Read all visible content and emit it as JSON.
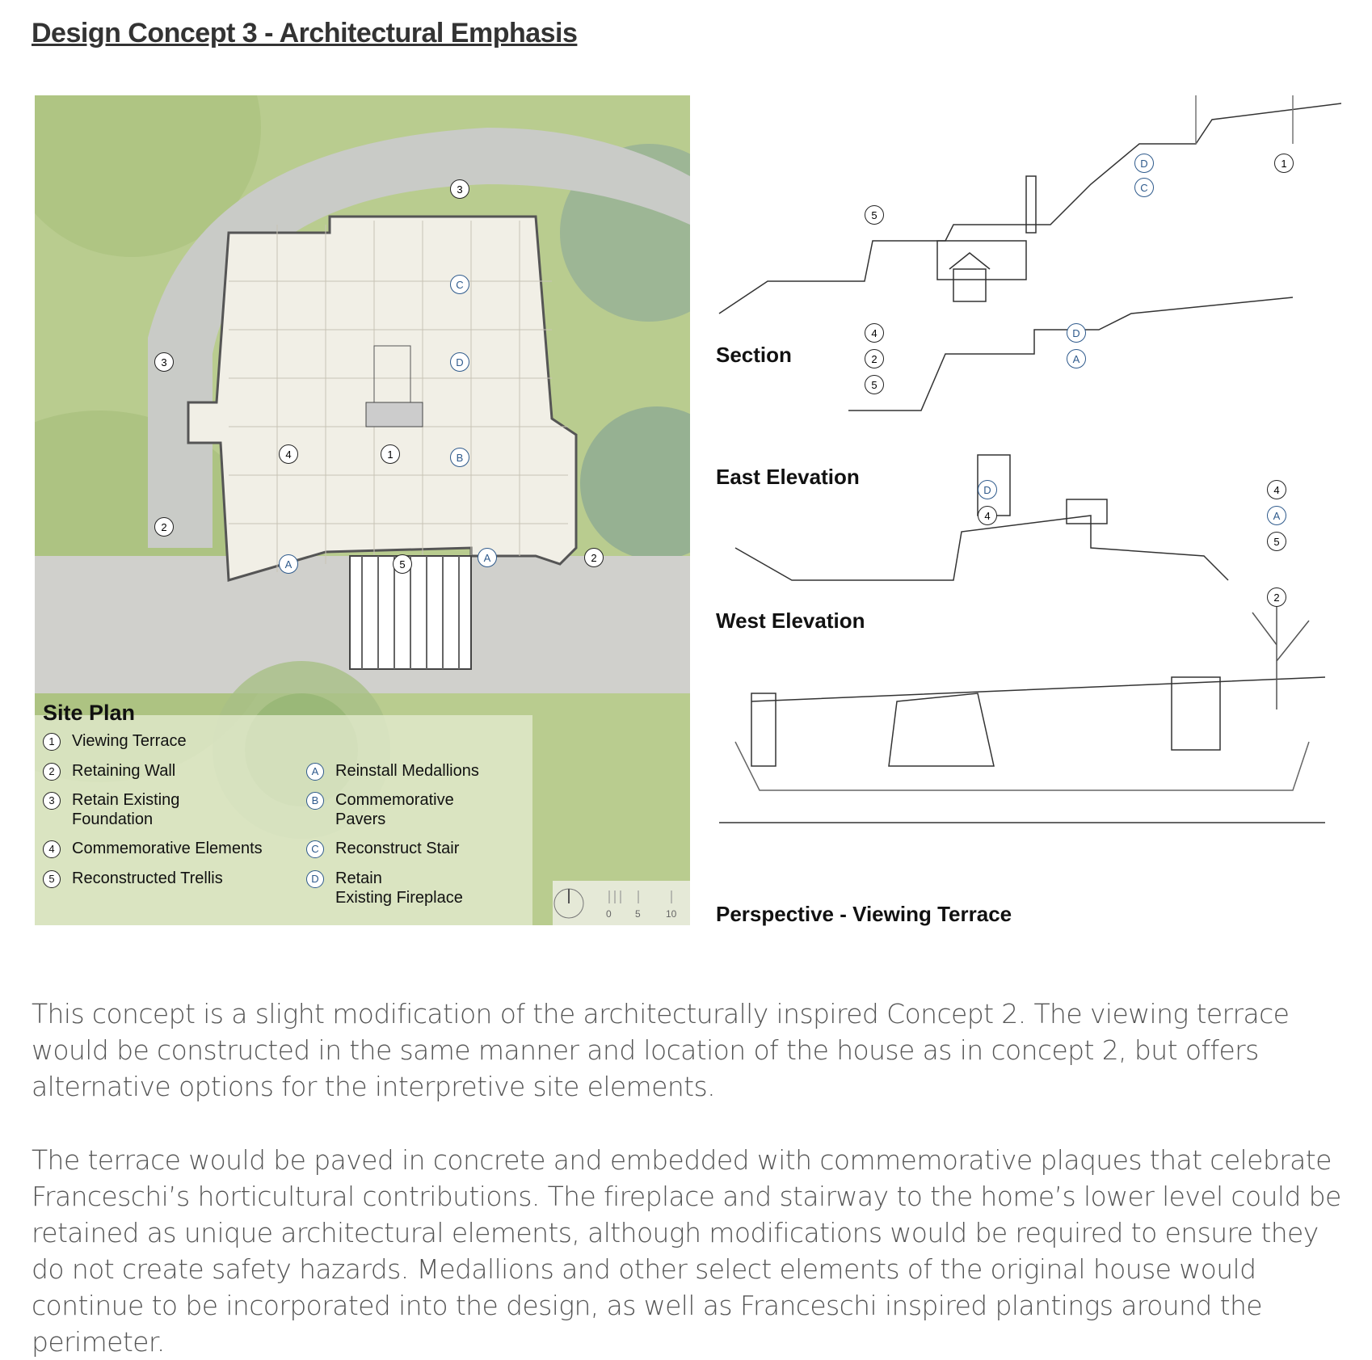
{
  "title": "Design Concept 3 - Architectural Emphasis",
  "site_plan": {
    "title": "Site Plan",
    "legend_numbered": [
      {
        "key": "1",
        "label": "Viewing Terrace"
      },
      {
        "key": "2",
        "label": "Retaining Wall"
      },
      {
        "key": "3",
        "label": "Retain Existing\nFoundation"
      },
      {
        "key": "4",
        "label": "Commemorative Elements"
      },
      {
        "key": "5",
        "label": "Reconstructed Trellis"
      }
    ],
    "legend_lettered": [
      {
        "key": "A",
        "label": "Reinstall Medallions"
      },
      {
        "key": "B",
        "label": "Commemorative\nPavers"
      },
      {
        "key": "C",
        "label": "Reconstruct Stair"
      },
      {
        "key": "D",
        "label": "Retain\nExisting Fireplace"
      }
    ],
    "scale_ticks": [
      "0",
      "5",
      "10"
    ],
    "markers": [
      "3",
      "C",
      "3",
      "D",
      "4",
      "1",
      "B",
      "2",
      "A",
      "5",
      "A",
      "2"
    ]
  },
  "drawings": {
    "section": "Section",
    "east": "East Elevation",
    "west": "West Elevation",
    "perspective": "Perspective - Viewing Terrace",
    "markers": [
      "D",
      "C",
      "1",
      "5",
      "4",
      "D",
      "2",
      "A",
      "5",
      "D",
      "4",
      "4",
      "A",
      "5",
      "2"
    ]
  },
  "paragraphs": [
    "This concept is a slight modification of the architecturally inspired Concept 2. The viewing terrace would be constructed in the same manner and location of the house as in concept 2, but offers alternative options for the interpretive site elements.",
    "The terrace would be paved in concrete and embedded with commemorative plaques that celebrate Franceschi’s horticultural contributions. The fireplace and stairway to the home’s lower level could be retained as unique architectural elements, although modifications would be required to ensure they do not create safety hazards. Medallions and other select elements of the original house would continue to be incorporated into the design, as well as Franceschi inspired plantings around the perimeter."
  ],
  "colors": {
    "accent_blue": "#2e5a8c",
    "grass": "#b9cc8f",
    "text": "#555555"
  }
}
